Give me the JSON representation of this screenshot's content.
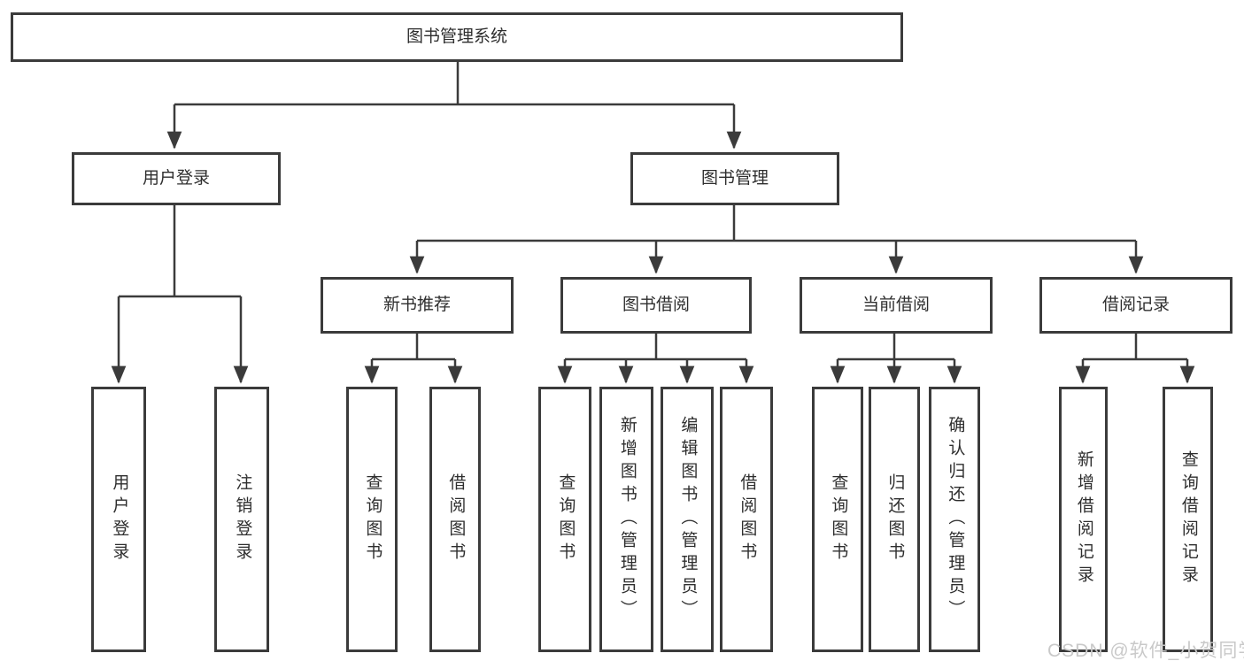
{
  "colors": {
    "line": "#3b3b3b",
    "box_border": "#3b3b3b",
    "box_bg": "#ffffff",
    "text": "#2e2e2e",
    "watermark": "#c9c9c9"
  },
  "diagram": {
    "root": "图书管理系统",
    "level2": [
      "用户登录",
      "图书管理"
    ],
    "level3": [
      "新书推荐",
      "图书借阅",
      "当前借阅",
      "借阅记录"
    ],
    "leaves": {
      "login": [
        "用户登录",
        "注销登录"
      ],
      "recommend": [
        "查询图书",
        "借阅图书"
      ],
      "borrow": [
        "查询图书",
        "新增图书（管理员）",
        "编辑图书（管理员）",
        "借阅图书"
      ],
      "current": [
        "查询图书",
        "归还图书",
        "确认归还（管理员）"
      ],
      "records": [
        "新增借阅记录",
        "查询借阅记录"
      ]
    }
  },
  "watermark": "CSDN @软件_小贺同学"
}
